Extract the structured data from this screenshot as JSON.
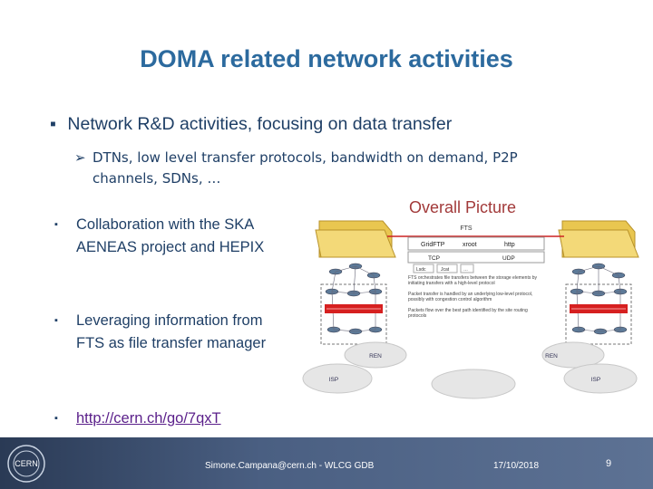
{
  "title": "DOMA related network activities",
  "bullet_main": "Network R&D activities, focusing on data transfer",
  "sub_bullet": "DTNs, low level transfer protocols, bandwidth on demand, P2P channels, SDNs, …",
  "side_bullets": [
    "Collaboration with the SKA AENEAS project and HEPIX",
    "Leveraging information from FTS as file transfer manager"
  ],
  "link": "http://cern.ch/go/7qxT",
  "figure": {
    "title": "Overall Picture",
    "top_label": "FTS",
    "protocols": [
      "GridFTP",
      "xroot",
      "http"
    ],
    "transport": [
      "TCP",
      "UDP"
    ],
    "sub_boxes": [
      "Lsdc",
      "Jcat",
      "…"
    ],
    "notes": [
      "FTS orchestrates file transfers between the storage elements by initiating transfers with a high-level protocol",
      "Packet transfer is handled by an underlying low-level protocol, possibly with congestion control algorithm",
      "Packets flow over the best path identified by the site routing protocols"
    ],
    "ren_labels": [
      "REN",
      "REN"
    ],
    "isp_labels": [
      "ISP",
      "ISP"
    ]
  },
  "footer": {
    "author": "Simone.Campana@cern.ch - WLCG GDB",
    "date": "17/10/2018",
    "page": "9",
    "logo": "CERN"
  },
  "colors": {
    "title": "#2c6a9e",
    "body": "#1f3f66",
    "link": "#5a1f8a",
    "footer": "#3e5275"
  }
}
